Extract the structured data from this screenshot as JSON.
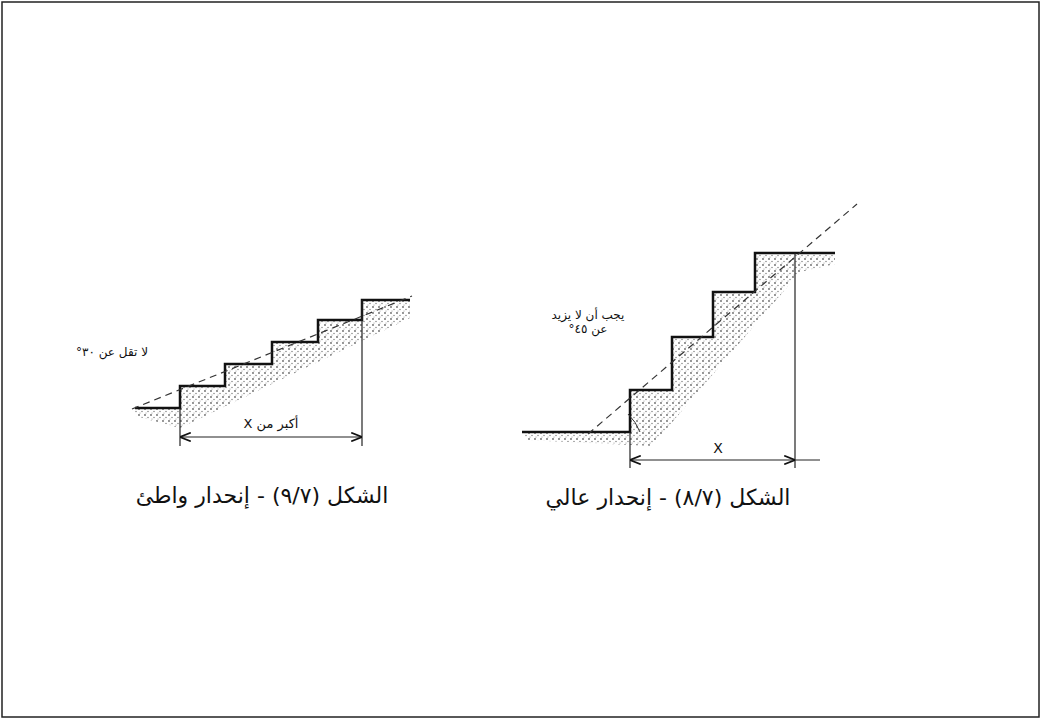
{
  "diagram": {
    "labels": [
      "لا تقل عن ٣٠°",
      "أكبر من X",
      "الشكل (٩/٧) - إنحدار واطئ",
      "يجب أن لا يزيد عن ٤٥°",
      "X",
      "الشكل (٨/٧) - إنحدار عالي"
    ]
  }
}
